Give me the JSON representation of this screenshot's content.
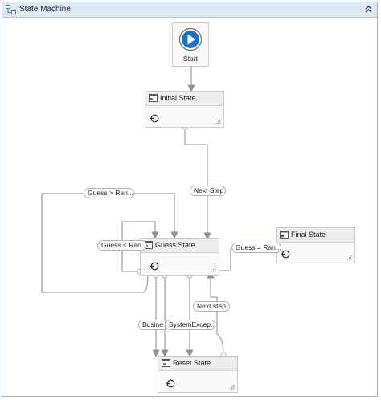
{
  "window": {
    "title": "State Machine",
    "collapse_icon": "chevrons-up-icon"
  },
  "start": {
    "label": "Start"
  },
  "states": {
    "initial": {
      "label": "Initial State"
    },
    "guess": {
      "label": "Guess State"
    },
    "final": {
      "label": "Final State"
    },
    "reset": {
      "label": "Reset State"
    }
  },
  "transitions": {
    "next_step_initial": "Next Step",
    "guess_greater": "Guess > Ran...",
    "guess_less": "Guess < Ran...",
    "guess_equal": "Guess = Ran...",
    "next_step_reset": "Next step",
    "business": "Busine",
    "system_exception": "SystemExcep..."
  },
  "colors": {
    "header": "#dde8f5",
    "play": "#1a73c9",
    "wire": "#8e8e8e"
  }
}
